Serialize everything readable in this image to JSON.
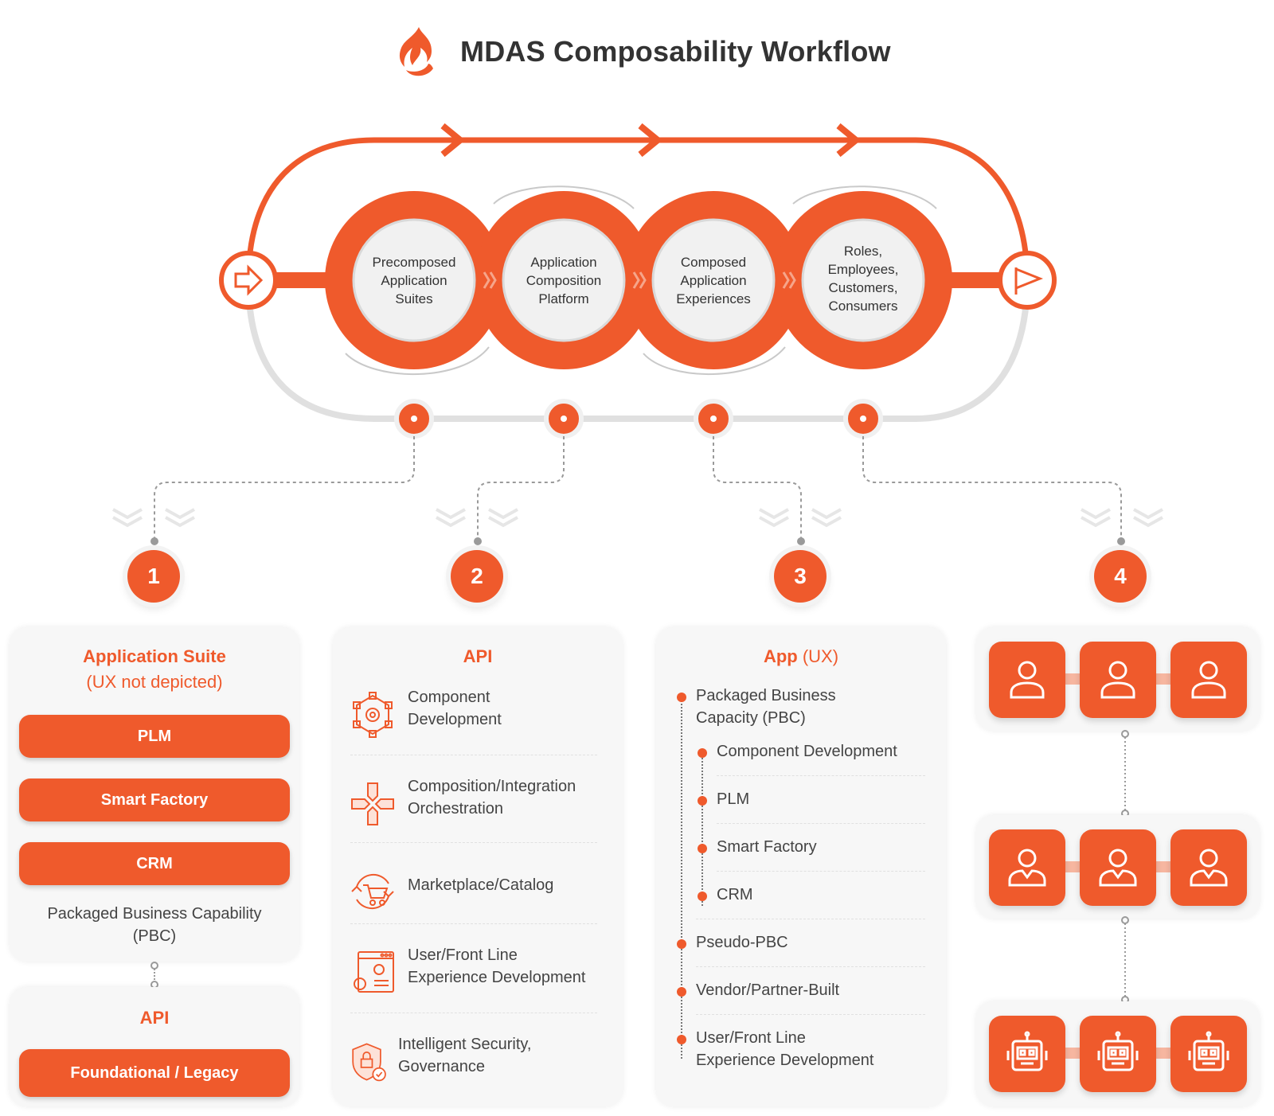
{
  "header": {
    "title": "MDAS Composability Workflow"
  },
  "colors": {
    "accent": "#ef5a2c",
    "card_bg": "#f7f7f7",
    "text": "#333333"
  },
  "workflow": {
    "stages": [
      {
        "label_lines": [
          "Precomposed",
          "Application",
          "Suites"
        ]
      },
      {
        "label_lines": [
          "Application",
          "Composition",
          "Platform"
        ]
      },
      {
        "label_lines": [
          "Composed",
          "Application",
          "Experiences"
        ]
      },
      {
        "label_lines": [
          "Roles,",
          "Employees,",
          "Customers,",
          "Consumers"
        ]
      }
    ],
    "start_icon": "arrow-right-icon",
    "end_icon": "flag-icon"
  },
  "steps": [
    "1",
    "2",
    "3",
    "4"
  ],
  "col1": {
    "title_line1": "Application Suite",
    "title_line2": "(UX not depicted)",
    "pills": [
      "PLM",
      "Smart Factory",
      "CRM"
    ],
    "caption_line1": "Packaged Business Capability",
    "caption_line2": "(PBC)",
    "api_title": "API",
    "api_pill": "Foundational / Legacy"
  },
  "col2": {
    "title": "API",
    "items": [
      {
        "icon": "component-gear-icon",
        "lines": [
          "Component",
          "Development"
        ]
      },
      {
        "icon": "orchestration-icon",
        "lines": [
          "Composition/Integration",
          "Orchestration"
        ]
      },
      {
        "icon": "cart-icon",
        "lines": [
          "Marketplace/Catalog"
        ]
      },
      {
        "icon": "browser-gear-icon",
        "lines": [
          "User/Front Line",
          "Experience Development"
        ]
      },
      {
        "icon": "shield-lock-icon",
        "lines": [
          "Intelligent Security,",
          "Governance"
        ]
      }
    ]
  },
  "col3": {
    "title_main": "App",
    "title_suffix": " (UX)",
    "items": [
      {
        "lines": [
          "Packaged Business",
          "Capacity (PBC)"
        ],
        "level": 0
      },
      {
        "lines": [
          "Component Development"
        ],
        "level": 1
      },
      {
        "lines": [
          "PLM"
        ],
        "level": 1
      },
      {
        "lines": [
          "Smart Factory"
        ],
        "level": 1
      },
      {
        "lines": [
          "CRM"
        ],
        "level": 1
      },
      {
        "lines": [
          "Pseudo-PBC"
        ],
        "level": 0
      },
      {
        "lines": [
          "Vendor/Partner-Built"
        ],
        "level": 0
      },
      {
        "lines": [
          "User/Front Line",
          "Experience Development"
        ],
        "level": 0
      }
    ]
  },
  "col4": {
    "groups": [
      {
        "icon": "person-icon",
        "count": 3
      },
      {
        "icon": "employee-icon",
        "count": 3
      },
      {
        "icon": "robot-icon",
        "count": 3
      }
    ]
  }
}
